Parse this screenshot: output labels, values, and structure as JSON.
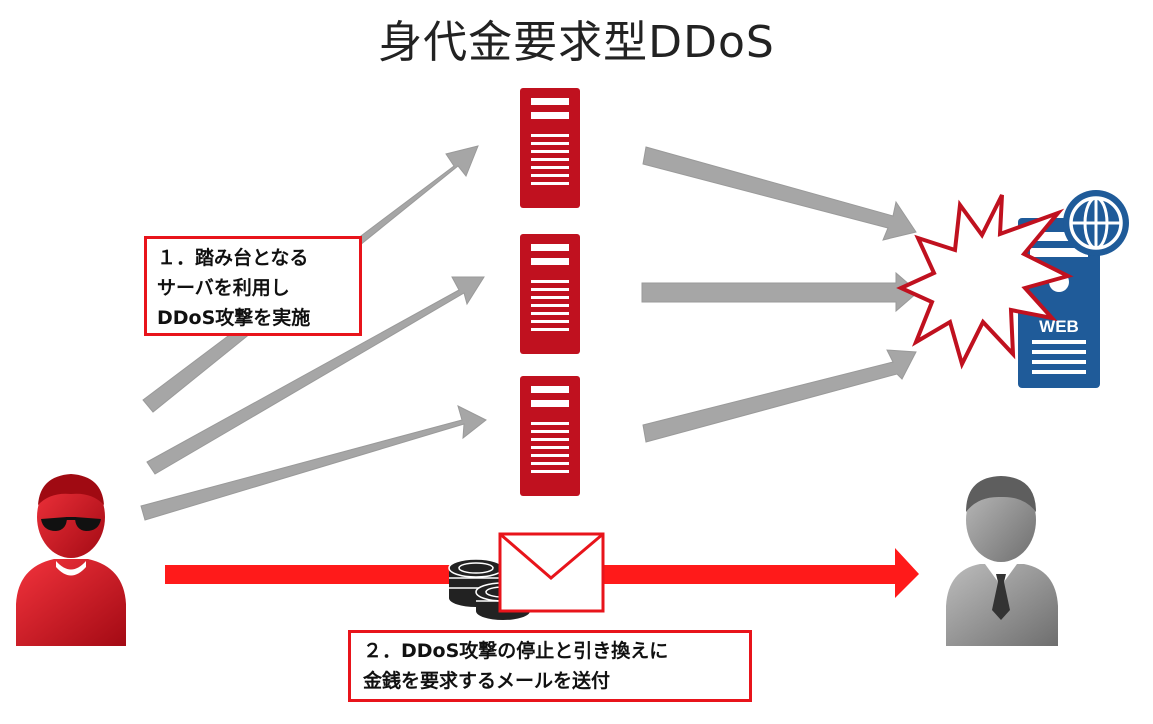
{
  "title": "身代金要求型DDoS",
  "step1": {
    "lines": [
      "１．踏み台となる",
      "サーバを利用し",
      "DDoS攻撃を実施"
    ]
  },
  "step2": {
    "lines": [
      "２．DDoS攻撃の停止と引き換えに",
      "金銭を要求するメールを送付"
    ]
  },
  "server_label": "WEB",
  "icons": {
    "attacker": "attacker-icon",
    "bot_server": "server-icon",
    "target_server": "web-server-icon",
    "globe": "globe-icon",
    "explosion": "explosion-icon",
    "coins": "coins-icon",
    "mail": "envelope-icon",
    "victim": "businessman-icon"
  },
  "colors": {
    "accent_red": "#e8141b",
    "server_red": "#c0111f",
    "arrow_gray": "#a6a6a6",
    "web_blue": "#1f5b99",
    "victim_gray": "#8c8c8c"
  }
}
